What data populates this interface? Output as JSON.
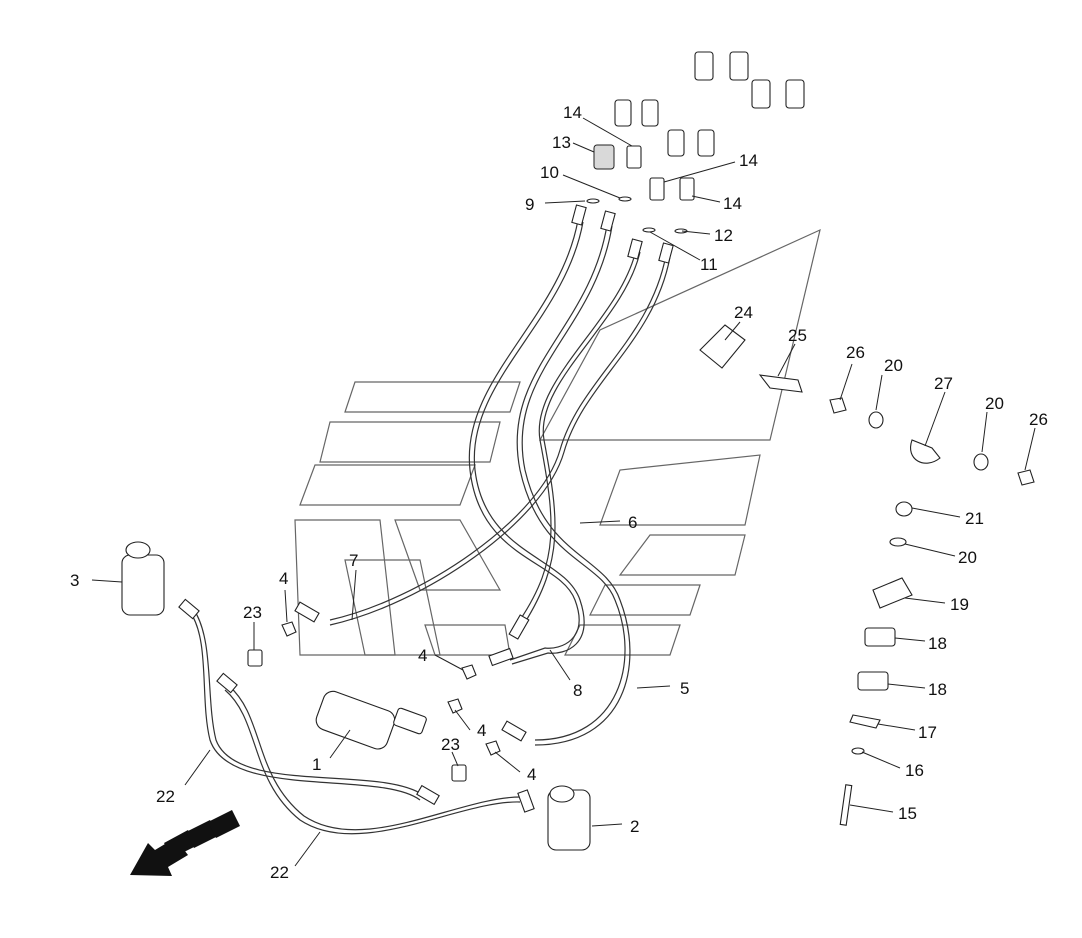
{
  "diagram": {
    "callouts": [
      {
        "id": "c1",
        "text": "1"
      },
      {
        "id": "c2",
        "text": "2"
      },
      {
        "id": "c3",
        "text": "3"
      },
      {
        "id": "c4a",
        "text": "4"
      },
      {
        "id": "c4b",
        "text": "4"
      },
      {
        "id": "c4c",
        "text": "4"
      },
      {
        "id": "c4d",
        "text": "4"
      },
      {
        "id": "c5",
        "text": "5"
      },
      {
        "id": "c6",
        "text": "6"
      },
      {
        "id": "c7",
        "text": "7"
      },
      {
        "id": "c8",
        "text": "8"
      },
      {
        "id": "c9",
        "text": "9"
      },
      {
        "id": "c10",
        "text": "10"
      },
      {
        "id": "c11",
        "text": "11"
      },
      {
        "id": "c12",
        "text": "12"
      },
      {
        "id": "c13",
        "text": "13"
      },
      {
        "id": "c14a",
        "text": "14"
      },
      {
        "id": "c14b",
        "text": "14"
      },
      {
        "id": "c14c",
        "text": "14"
      },
      {
        "id": "c15",
        "text": "15"
      },
      {
        "id": "c16",
        "text": "16"
      },
      {
        "id": "c17",
        "text": "17"
      },
      {
        "id": "c18a",
        "text": "18"
      },
      {
        "id": "c18b",
        "text": "18"
      },
      {
        "id": "c19",
        "text": "19"
      },
      {
        "id": "c20a",
        "text": "20"
      },
      {
        "id": "c20b",
        "text": "20"
      },
      {
        "id": "c20c",
        "text": "20"
      },
      {
        "id": "c21",
        "text": "21"
      },
      {
        "id": "c22a",
        "text": "22"
      },
      {
        "id": "c22b",
        "text": "22"
      },
      {
        "id": "c23a",
        "text": "23"
      },
      {
        "id": "c23b",
        "text": "23"
      },
      {
        "id": "c24",
        "text": "24"
      },
      {
        "id": "c25",
        "text": "25"
      },
      {
        "id": "c26a",
        "text": "26"
      },
      {
        "id": "c26b",
        "text": "26"
      },
      {
        "id": "c27",
        "text": "27"
      }
    ],
    "colors": {
      "line": "#222222",
      "fill": "#ffffff",
      "shade": "#d9d9d9",
      "arrow": "#111111"
    }
  }
}
